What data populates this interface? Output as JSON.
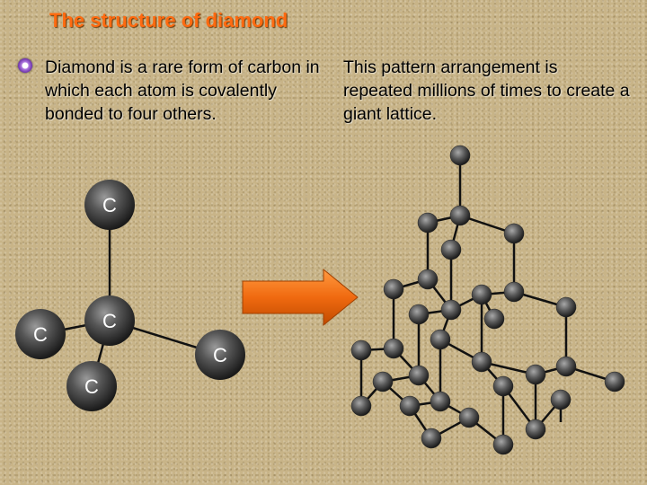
{
  "title": "The structure of diamond",
  "left_text": "Diamond is a rare form of carbon in which each atom is covalently bonded to four others.",
  "right_text": "This pattern arrangement is repeated millions of times to create a giant lattice.",
  "atom_labels": [
    "C",
    "C",
    "C",
    "C",
    "C"
  ],
  "colors": {
    "title": "#ff6a10",
    "arrow": "#f06a10",
    "atom": "#555555"
  }
}
